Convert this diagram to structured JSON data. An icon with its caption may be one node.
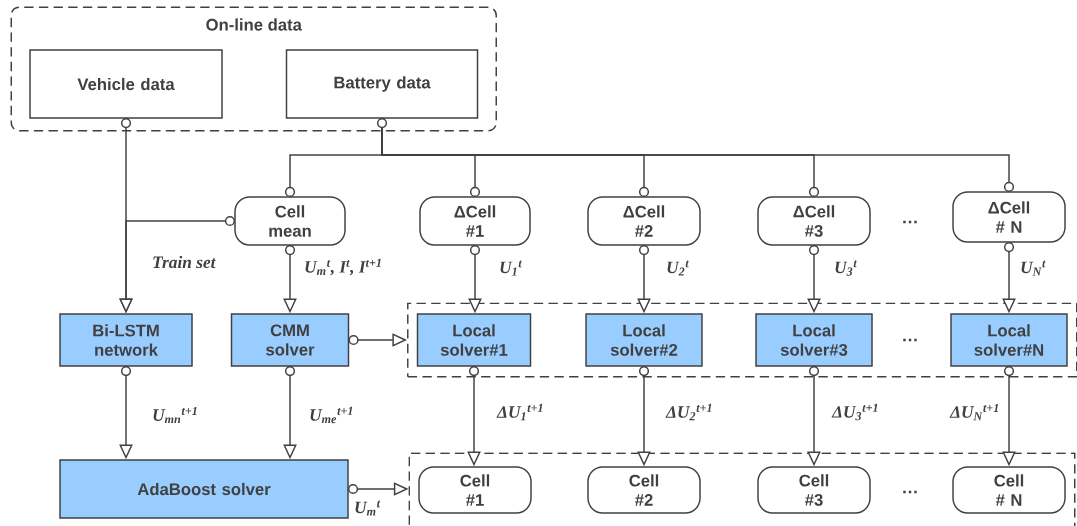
{
  "diagram": {
    "nodes": [
      {
        "text": [
          "On-line data"
        ]
      },
      {
        "text": [
          "Vehicle data"
        ],
        "in": 0
      },
      {
        "text": [
          "Battery data"
        ],
        "in": 0
      },
      {
        "text": [
          "Cell mean"
        ]
      },
      {
        "text": [
          "ΔCell #1"
        ]
      },
      {
        "text": [
          "ΔCell #2"
        ]
      },
      {
        "text": [
          "ΔCell #3"
        ]
      },
      {
        "text": [
          "ΔCell # N"
        ]
      },
      {
        "text": [
          "Bi-LSTM network"
        ]
      },
      {
        "text": [
          "CMM solver"
        ]
      },
      {
        "text": [],
        "shape": "box"
      },
      {
        "text": [
          "Local solver#1"
        ],
        "in": 10
      },
      {
        "text": [
          "Local solver#2"
        ],
        "in": 10
      },
      {
        "text": [
          "Local solver#3"
        ],
        "in": 10
      },
      {
        "text": [
          "Local solver#N"
        ],
        "in": 10
      },
      {
        "text": [
          "AdaBoost solver"
        ]
      },
      {
        "text": [],
        "shape": "box"
      },
      {
        "text": [
          "Cell #1"
        ],
        "in": 16
      },
      {
        "text": [
          "Cell #2"
        ],
        "in": 16
      },
      {
        "text": [
          "Cell #3"
        ],
        "in": 16
      },
      {
        "text": [
          "Cell # N"
        ],
        "in": 16
      }
    ],
    "edges": [
      {
        "from": 1,
        "to": 8,
        "arrow": "to"
      },
      {
        "from": 3,
        "to": 8,
        "arrow": "to",
        "label": "Train set"
      },
      {
        "from": 2,
        "to": 3,
        "arrow": "none"
      },
      {
        "from": 2,
        "to": 4,
        "arrow": "none"
      },
      {
        "from": 2,
        "to": 5,
        "arrow": "none"
      },
      {
        "from": 2,
        "to": 6,
        "arrow": "none"
      },
      {
        "from": 2,
        "to": 7,
        "arrow": "none"
      },
      {
        "from": 3,
        "to": 9,
        "arrow": "to",
        "label": "U$_{m}$$^{t}$, I$^{t}$, I$^{t+1}$"
      },
      {
        "from": 4,
        "to": 11,
        "arrow": "to",
        "label": "U$_{1}$$^{t}$"
      },
      {
        "from": 5,
        "to": 12,
        "arrow": "to",
        "label": "U$_{2}$$^{t}$"
      },
      {
        "from": 6,
        "to": 13,
        "arrow": "to",
        "label": "U$_{3}$$^{t}$"
      },
      {
        "from": 7,
        "to": 14,
        "arrow": "to",
        "label": "U$_{N}$$^{t}$"
      },
      {
        "from": 9,
        "to": 10,
        "arrow": "to"
      },
      {
        "from": 8,
        "to": 15,
        "arrow": "to",
        "label": "U$_{mn}$$^{t+1}$"
      },
      {
        "from": 9,
        "to": 15,
        "arrow": "to",
        "label": "U$_{me}$$^{t+1}$"
      },
      {
        "from": 11,
        "to": 17,
        "arrow": "to",
        "label": "ΔU$_{1}$$^{t+1}$"
      },
      {
        "from": 12,
        "to": 18,
        "arrow": "to",
        "label": "ΔU$_{2}$$^{t+1}$"
      },
      {
        "from": 13,
        "to": 19,
        "arrow": "to",
        "label": "ΔU$_{3}$$^{t+1}$"
      },
      {
        "from": 14,
        "to": 20,
        "arrow": "to",
        "label": "ΔU$_{N}$$^{t+1}$"
      },
      {
        "from": 15,
        "to": 16,
        "arrow": "to",
        "label": "U$_{m}$$^{t}$"
      }
    ],
    "labels": [
      "…",
      "…",
      "…"
    ]
  }
}
